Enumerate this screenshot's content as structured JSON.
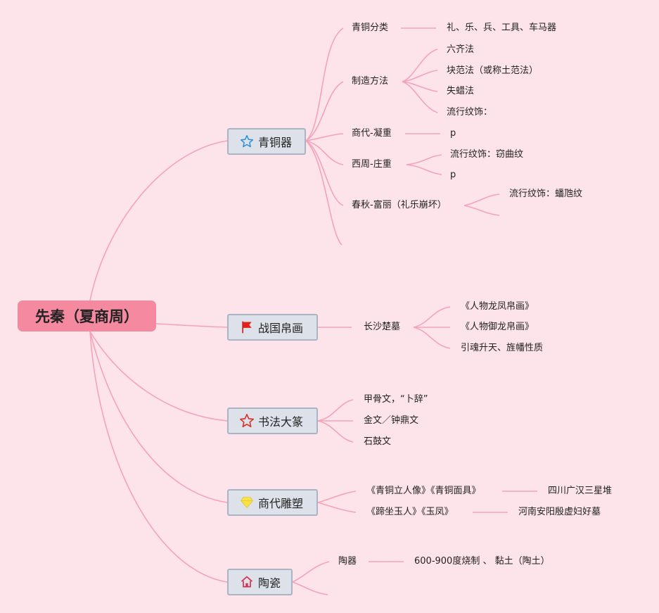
{
  "root": {
    "label": "先秦（夏商周）"
  },
  "branches": {
    "bronze": {
      "label": "青铜器",
      "icon": "star-outline-blue-icon",
      "classification": {
        "label": "青铜分类",
        "detail": "礼、乐、兵、工具、车马器"
      },
      "methods": {
        "label": "制造方法",
        "items": [
          "六齐法",
          "块范法（或称土范法）",
          "失蜡法",
          "流行纹饰："
        ]
      },
      "shang": {
        "label": "商代-凝重",
        "detail": "p"
      },
      "west_zhou": {
        "label": "西周-庄重",
        "items": [
          "流行纹饰：窃曲纹",
          "p"
        ]
      },
      "spring_autumn": {
        "label": "春秋-富丽（礼乐崩坏）",
        "items": [
          "流行纹饰：蟠虺纹"
        ]
      }
    },
    "silk": {
      "label": "战国帛画",
      "icon": "red-flag-icon",
      "tomb": {
        "label": "长沙楚墓",
        "items": [
          "《人物龙凤帛画》",
          "《人物御龙帛画》",
          "引魂升天、旌幡性质"
        ]
      }
    },
    "calligraphy": {
      "label": "书法大篆",
      "icon": "star-outline-red-icon",
      "items": [
        "甲骨文，“卜辞”",
        "金文／钟鼎文",
        "石鼓文"
      ]
    },
    "sculpture": {
      "label": "商代雕塑",
      "icon": "gem-yellow-icon",
      "items": [
        {
          "label": "《青铜立人像》《青铜面具》",
          "detail": "四川广汉三星堆"
        },
        {
          "label": "《蹄坐玉人》《玉凤》",
          "detail": "河南安阳殷虚妇好墓"
        }
      ]
    },
    "ceramics": {
      "label": "陶瓷",
      "icon": "house-icon",
      "pottery": {
        "label": "陶器",
        "detail": "600-900度烧制 、 黏土（陶土）"
      }
    }
  },
  "colors": {
    "background": "#fde4ea",
    "root_fill": "#f4899f",
    "branch_fill": "#dde2ea",
    "branch_border": "#aab4c2",
    "connector": "#f4a3b8"
  }
}
